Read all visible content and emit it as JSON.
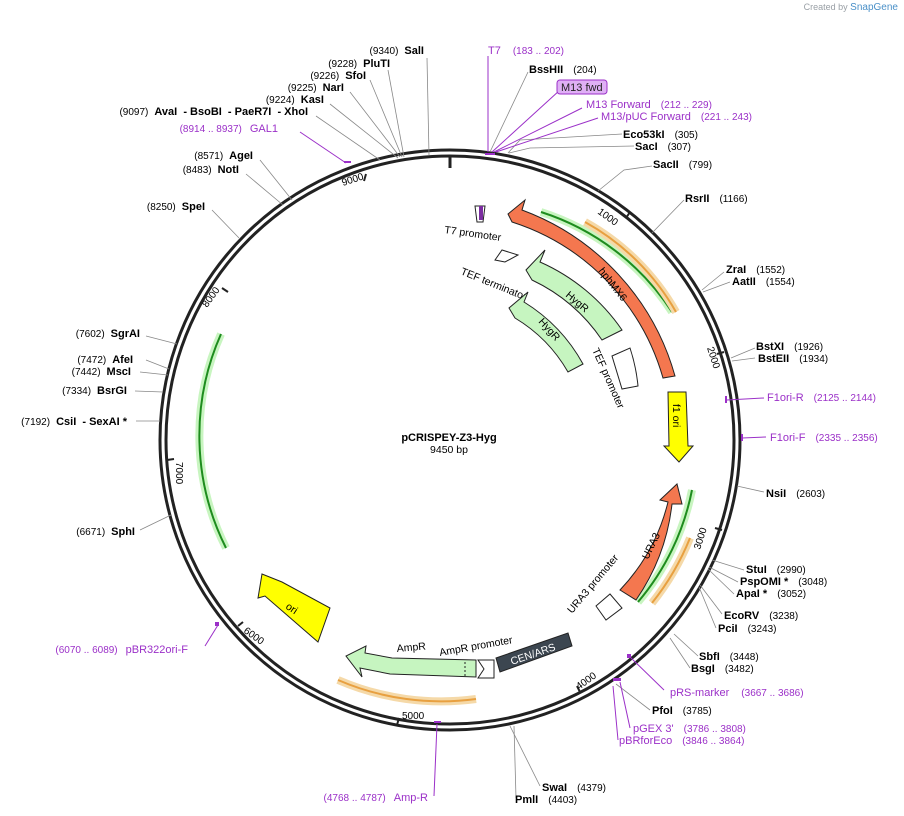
{
  "credit": {
    "prefix": "Created by",
    "brand": "SnapGene"
  },
  "plasmid": {
    "name": "pCRISPEY-Z3-Hyg",
    "size_label": "9450 bp",
    "length": 9450
  },
  "ticks": [
    "1000",
    "2000",
    "3000",
    "4000",
    "5000",
    "6000",
    "7000",
    "8000",
    "9000"
  ],
  "enzymes": [
    {
      "name": "SalI",
      "pos": "(9340)"
    },
    {
      "name": "PluTI",
      "pos": "(9228)"
    },
    {
      "name": "SfoI",
      "pos": "(9226)"
    },
    {
      "name": "NarI",
      "pos": "(9225)"
    },
    {
      "name": "KasI",
      "pos": "(9224)"
    },
    {
      "name": "AvaI  - BsoBI  - PaeR7I  - XhoI",
      "pos": "(9097)"
    },
    {
      "name": "AgeI",
      "pos": "(8571)"
    },
    {
      "name": "NotI",
      "pos": "(8483)"
    },
    {
      "name": "SpeI",
      "pos": "(8250)"
    },
    {
      "name": "SgrAI",
      "pos": "(7602)"
    },
    {
      "name": "AfeI",
      "pos": "(7472)"
    },
    {
      "name": "MscI",
      "pos": "(7442)"
    },
    {
      "name": "BsrGI",
      "pos": "(7334)"
    },
    {
      "name": "CsiI  - SexAI *",
      "pos": "(7192)"
    },
    {
      "name": "SphI",
      "pos": "(6671)"
    },
    {
      "name": "BssHII",
      "pos": "(204)"
    },
    {
      "name": "Eco53kI",
      "pos": "(305)"
    },
    {
      "name": "SacI",
      "pos": "(307)"
    },
    {
      "name": "SacII",
      "pos": "(799)"
    },
    {
      "name": "RsrII",
      "pos": "(1166)"
    },
    {
      "name": "ZraI",
      "pos": "(1552)"
    },
    {
      "name": "AatII",
      "pos": "(1554)"
    },
    {
      "name": "BstXI",
      "pos": "(1926)"
    },
    {
      "name": "BstEII",
      "pos": "(1934)"
    },
    {
      "name": "NsiI",
      "pos": "(2603)"
    },
    {
      "name": "StuI",
      "pos": "(2990)"
    },
    {
      "name": "PspOMI *",
      "pos": "(3048)"
    },
    {
      "name": "ApaI *",
      "pos": "(3052)"
    },
    {
      "name": "EcoRV",
      "pos": "(3238)"
    },
    {
      "name": "PciI",
      "pos": "(3243)"
    },
    {
      "name": "SbfI",
      "pos": "(3448)"
    },
    {
      "name": "BsgI",
      "pos": "(3482)"
    },
    {
      "name": "PfoI",
      "pos": "(3785)"
    },
    {
      "name": "SwaI",
      "pos": "(4379)"
    },
    {
      "name": "PmlI",
      "pos": "(4403)"
    }
  ],
  "primers": [
    {
      "name": "T7",
      "range": "(183 .. 202)"
    },
    {
      "name": "M13 fwd",
      "range": ""
    },
    {
      "name": "M13 Forward",
      "range": "(212 .. 229)"
    },
    {
      "name": "M13/pUC Forward",
      "range": "(221 .. 243)"
    },
    {
      "name": "GAL1",
      "range": "(8914 .. 8937)"
    },
    {
      "name": "F1ori-R",
      "range": "(2125 .. 2144)"
    },
    {
      "name": "F1ori-F",
      "range": "(2335 .. 2356)"
    },
    {
      "name": "pRS-marker",
      "range": "(3667 .. 3686)"
    },
    {
      "name": "pGEX 3'",
      "range": "(3786 .. 3808)"
    },
    {
      "name": "pBRforEco",
      "range": "(3846 .. 3864)"
    },
    {
      "name": "Amp-R",
      "range": "(4768 .. 4787)"
    },
    {
      "name": "pBR322ori-F",
      "range": "(6070 .. 6089)"
    }
  ],
  "features": [
    {
      "label": "T7 promoter",
      "color": "#ffffff"
    },
    {
      "label": "hphMX6",
      "color": "#f4774f"
    },
    {
      "label": "TEF terminator",
      "color": "#ffffff"
    },
    {
      "label": "HygR",
      "color": "#c6f5c0"
    },
    {
      "label": "HygR",
      "color": "#c6f5c0"
    },
    {
      "label": "TEF promoter",
      "color": "#ffffff"
    },
    {
      "label": "f1 ori",
      "color": "#ffff00"
    },
    {
      "label": "URA3",
      "color": "#f4774f"
    },
    {
      "label": "URA3 promoter",
      "color": "#ffffff"
    },
    {
      "label": "CEN/ARS",
      "color": "#3c4650"
    },
    {
      "label": "AmpR promoter",
      "color": "#ffffff"
    },
    {
      "label": "AmpR",
      "color": "#c6f5c0"
    },
    {
      "label": "ori",
      "color": "#ffff00"
    }
  ],
  "colors": {
    "primer": "#9b30c8",
    "orf_green": "#1e8c1e",
    "orf_orange": "#e8a040",
    "backbone": "#222222"
  }
}
